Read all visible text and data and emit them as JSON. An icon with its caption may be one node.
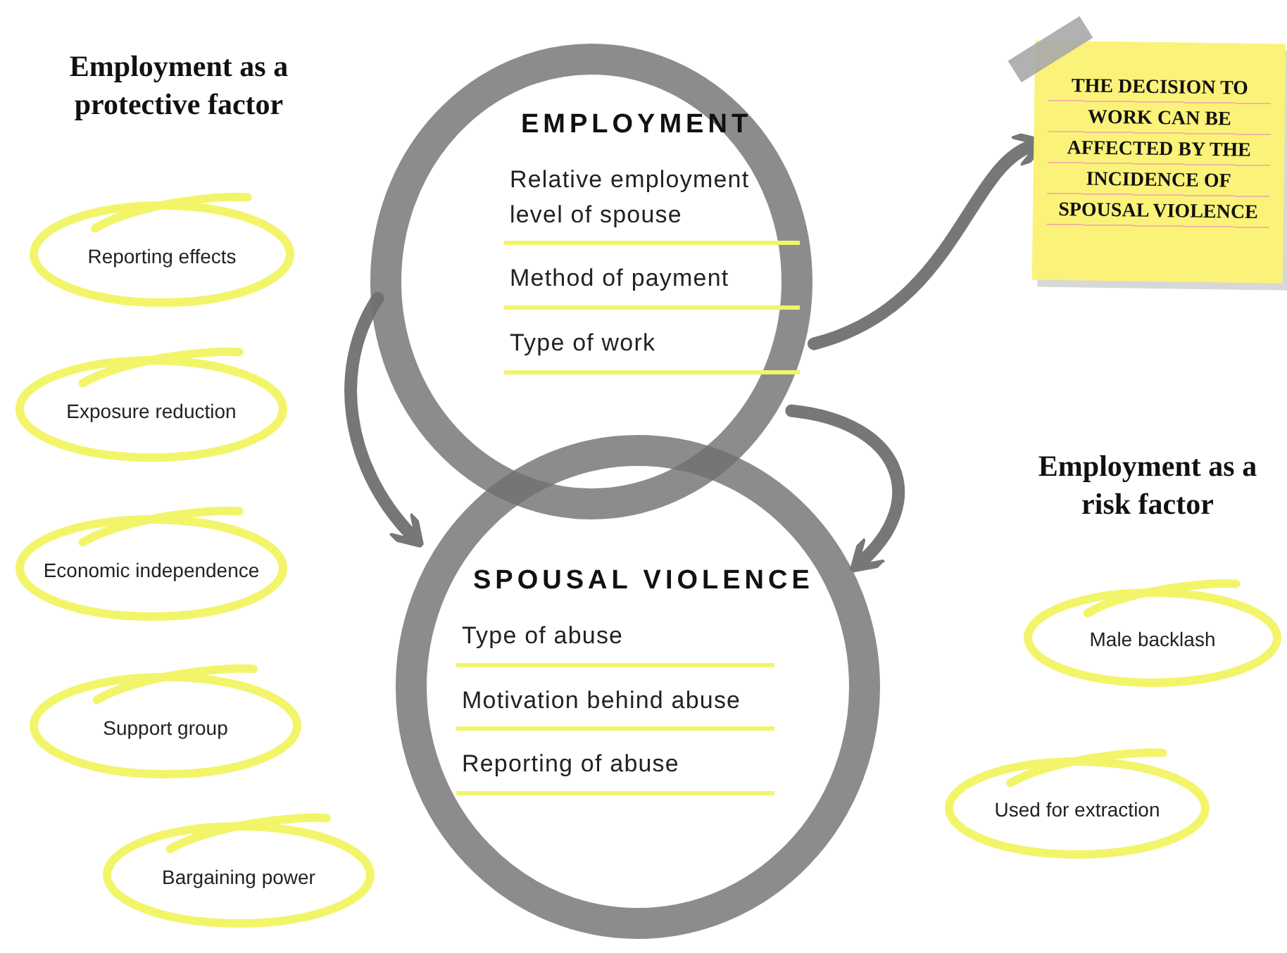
{
  "diagram": {
    "nodes": [
      {
        "text": [
          "EMPLOYMENT",
          "Relative employment level of spouse",
          "Method of payment",
          "Type of work"
        ]
      },
      {
        "text": [
          "SPOUSAL VIOLENCE",
          "Type of abuse",
          "Motivation behind abuse",
          "Reporting of abuse"
        ]
      },
      {
        "text": [
          "THE DECISION TO WORK CAN BE AFFECTED BY THE INCIDENCE OF SPOUSAL VIOLENCE"
        ]
      },
      {
        "text": [
          "Reporting effects"
        ]
      },
      {
        "text": [
          "Exposure reduction"
        ]
      },
      {
        "text": [
          "Economic independence"
        ]
      },
      {
        "text": [
          "Support group"
        ]
      },
      {
        "text": [
          "Bargaining power"
        ]
      },
      {
        "text": [
          "Male backlash"
        ]
      },
      {
        "text": [
          "Used for extraction"
        ]
      }
    ],
    "edges": [
      {
        "from": 0,
        "to": 1,
        "arrow": "to"
      },
      {
        "from": 0,
        "to": 1,
        "arrow": "to"
      },
      {
        "from": 0,
        "to": 2,
        "arrow": "to"
      }
    ],
    "labels": [
      "Employment as a protective factor",
      "Employment as a risk factor"
    ]
  }
}
